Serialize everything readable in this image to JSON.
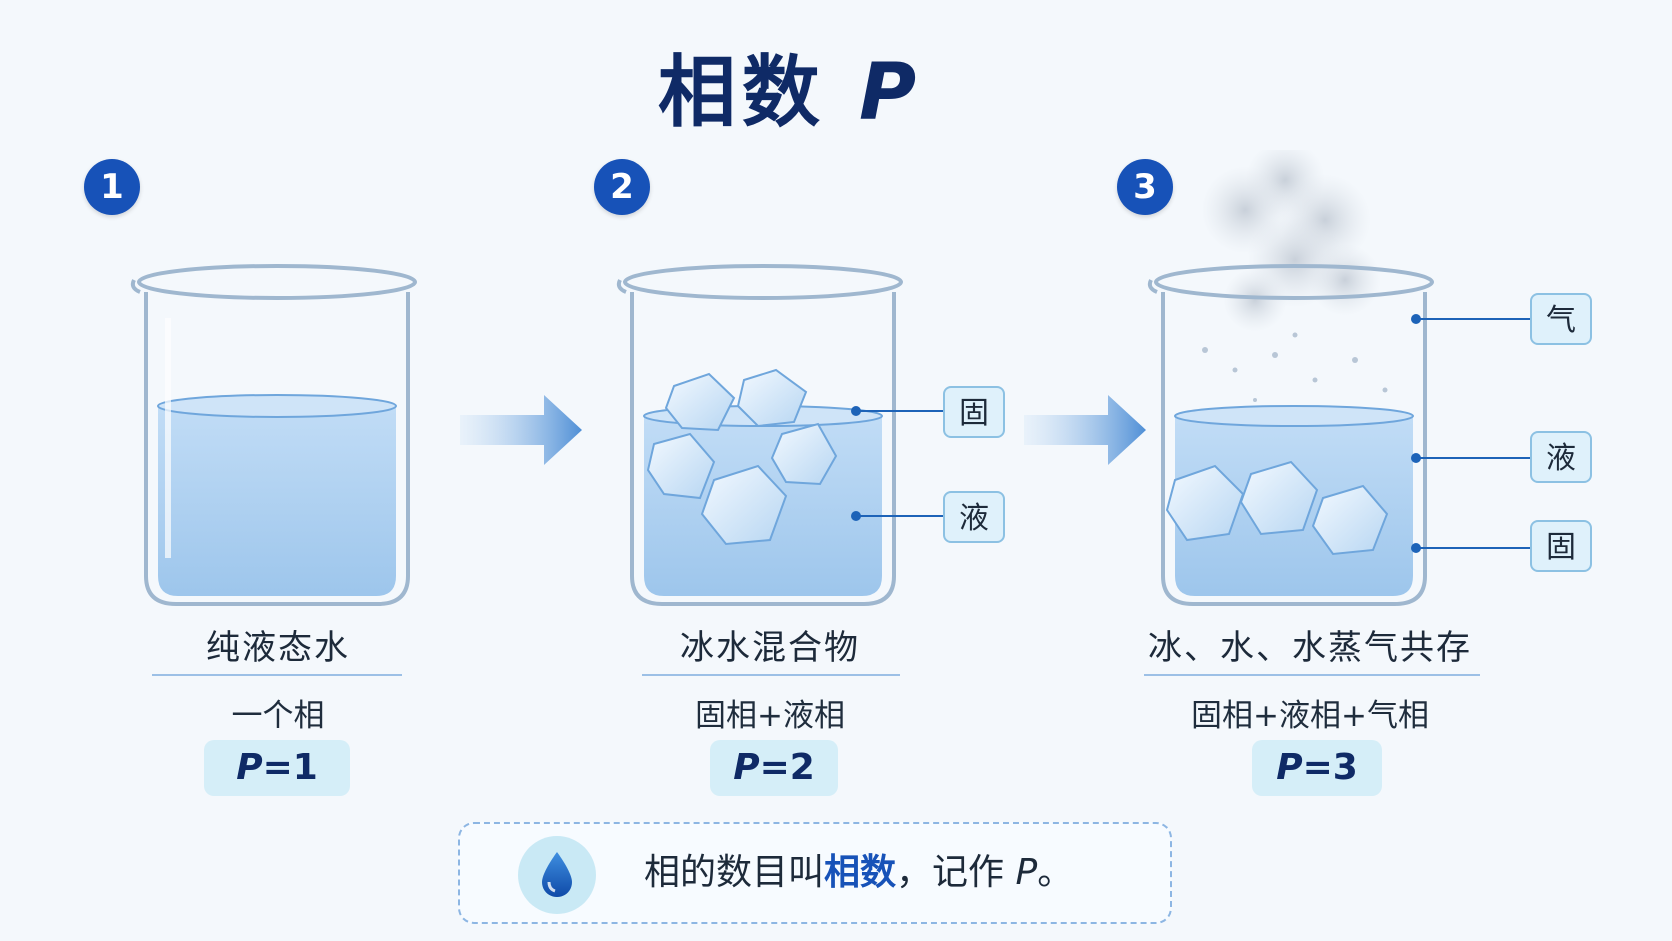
{
  "title": {
    "main": "相数",
    "symbol": "P"
  },
  "panels": [
    {
      "number": "1",
      "caption": "纯液态水",
      "phases": "一个相",
      "p_symbol": "P",
      "p_eq": "=1"
    },
    {
      "number": "2",
      "caption": "冰水混合物",
      "phases": "固相+液相",
      "p_symbol": "P",
      "p_eq": "=2",
      "labels": {
        "solid": "固",
        "liquid": "液"
      }
    },
    {
      "number": "3",
      "caption": "冰、水、水蒸气共存",
      "phases": "固相+液相+气相",
      "p_symbol": "P",
      "p_eq": "=3",
      "labels": {
        "gas": "气",
        "liquid": "液",
        "solid": "固"
      }
    }
  ],
  "note": {
    "pre": "相的数目叫",
    "highlight": "相数",
    "mid": "，记作 ",
    "symbol": "P",
    "end": "。"
  },
  "colors": {
    "accent": "#1752b8",
    "title": "#0f2a66",
    "water": "#a9cdf0",
    "tag_bg": "#dff1fb"
  },
  "icons": {
    "note": "water-drop-icon",
    "arrow": "right-arrow-icon"
  }
}
